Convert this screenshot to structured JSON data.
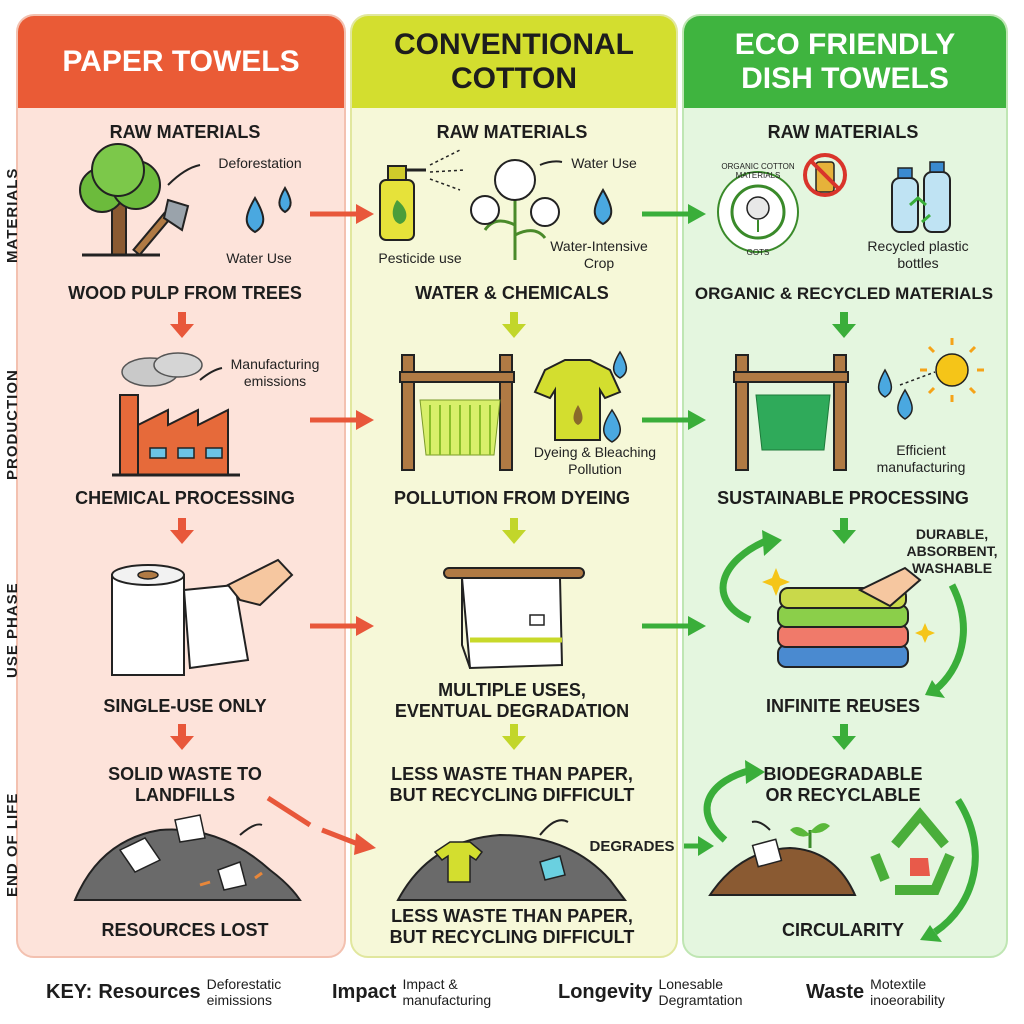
{
  "columns": [
    {
      "title": "PAPER TOWELS",
      "raw_materials": "RAW MATERIALS",
      "materials_note_1": "Deforestation",
      "materials_note_2": "Water Use",
      "materials_caption": "WOOD PULP FROM TREES",
      "production_note": "Manufacturing\nemissions",
      "production_caption": "CHEMICAL PROCESSING",
      "use_caption": "SINGLE-USE ONLY",
      "eol_caption_top": "SOLID WASTE TO\nLANDFILLS",
      "eol_caption_bottom": "RESOURCES LOST"
    },
    {
      "title": "CONVENTIONAL\nCOTTON",
      "raw_materials": "RAW MATERIALS",
      "materials_note_1": "Water Use",
      "materials_note_2": "Pesticide use",
      "materials_note_3": "Water-Intensive\nCrop",
      "materials_caption": "WATER & CHEMICALS",
      "production_note": "Dyeing & Bleaching\nPollution",
      "production_caption": "POLLUTION FROM DYEING",
      "use_caption": "MULTIPLE USES,\nEVENTUAL DEGRADATION",
      "eol_caption_top": "LESS WASTE THAN PAPER,\nBUT RECYCLING DIFFICULT",
      "eol_note": "DEGRADES",
      "eol_caption_bottom": "LESS WASTE THAN PAPER,\nBUT RECYCLING DIFFICULT"
    },
    {
      "title": "ECO FRIENDLY\nDISH TOWELS",
      "raw_materials": "RAW MATERIALS",
      "badge_text": "ORGANIC COTTON MATERIALS",
      "badge_sub": "GOTS",
      "materials_note_1": "Recycled plastic\nbottles",
      "materials_caption": "ORGANIC & RECYCLED MATERIALS",
      "production_note": "Efficient\nmanufacturing",
      "production_caption": "SUSTAINABLE PROCESSING",
      "use_note": "DURABLE,\nABSORBENT,\nWASHABLE",
      "use_caption": "INFINITE REUSES",
      "eol_caption_top": "BIODEGRADABLE\nOR RECYCLABLE",
      "eol_caption_bottom": "CIRCULARITY"
    }
  ],
  "stages": [
    "MATERIALS",
    "PRODUCTION",
    "USE PHASE",
    "END OF LIFE"
  ],
  "key": {
    "label": "KEY:",
    "items": [
      {
        "main": "Resources",
        "sub": "Deforestatic\neimissions"
      },
      {
        "main": "Impact",
        "sub": "Impact &\nmanufacturing"
      },
      {
        "main": "Longevity",
        "sub": "Lonesable\nDegramtation"
      },
      {
        "main": "Waste",
        "sub": "Motextile\ninoeorability"
      }
    ]
  },
  "colors": {
    "paper": "#ea5b36",
    "cotton": "#d3de2f",
    "eco": "#3fb43f",
    "arrow_red": "#e8573a",
    "arrow_green": "#3aae3a"
  },
  "icons": [
    "tree-icon",
    "axe-icon",
    "water-drop-icon",
    "spray-bottle-icon",
    "cotton-plant-icon",
    "organic-badge-icon",
    "no-pesticide-icon",
    "plastic-bottles-icon",
    "factory-icon",
    "loom-icon",
    "tshirt-icon",
    "sun-icon",
    "paper-roll-icon",
    "hand-icon",
    "towel-rack-icon",
    "towel-stack-icon",
    "waste-pile-icon",
    "compost-icon",
    "recycle-icon"
  ]
}
